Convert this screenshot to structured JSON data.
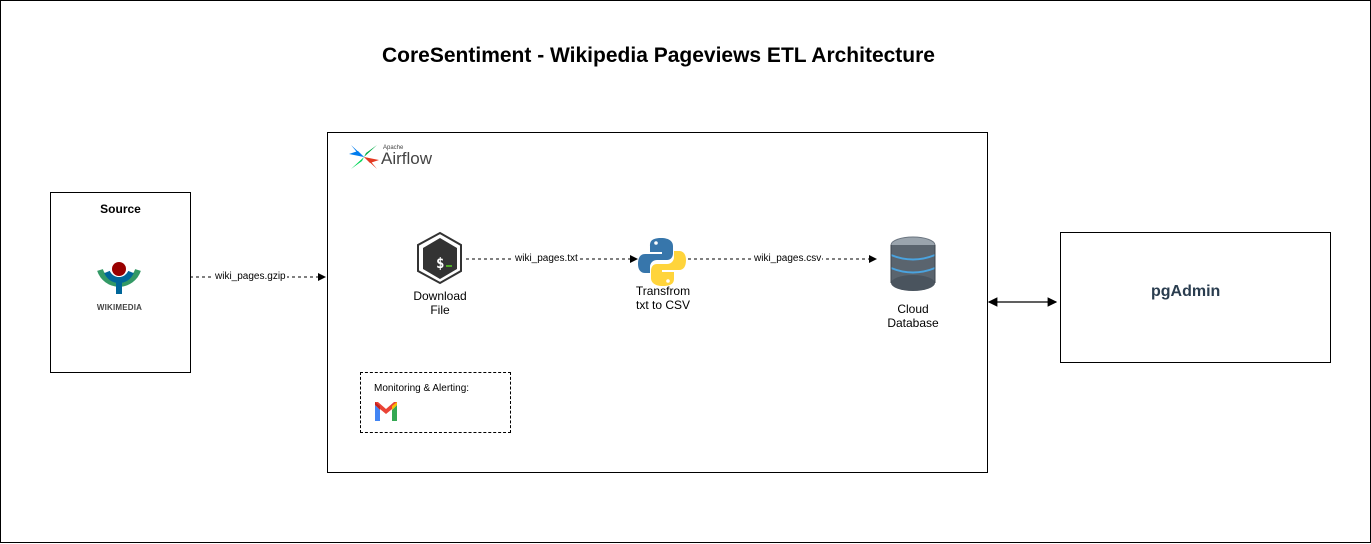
{
  "title": "CoreSentiment - Wikipedia Pageviews ETL Architecture",
  "source": {
    "heading": "Source",
    "logo_text": "WIKIMEDIA"
  },
  "airflow": {
    "logo_small": "Apache",
    "logo_text": "Airflow"
  },
  "nodes": {
    "download": "Download\nFile",
    "transform": "Transfrom\ntxt to CSV",
    "database": "Cloud\nDatabase"
  },
  "edges": {
    "source_to_airflow": "wiki_pages.gzip",
    "download_to_transform": "wiki_pages.txt",
    "transform_to_database": "wiki_pages.csv"
  },
  "monitoring": {
    "label": "Monitoring & Alerting:"
  },
  "pgadmin": {
    "logo_text": "pgAdmin"
  },
  "colors": {
    "wikimedia_red": "#990000",
    "wikimedia_green": "#339966",
    "wikimedia_blue": "#006699",
    "python_blue": "#3776ab",
    "python_yellow": "#ffd43b",
    "pgadmin_blue": "#336791"
  },
  "icons": [
    "wikimedia-logo",
    "airflow-logo",
    "terminal-icon",
    "python-icon",
    "database-icon",
    "gmail-icon",
    "pgadmin-logo"
  ]
}
